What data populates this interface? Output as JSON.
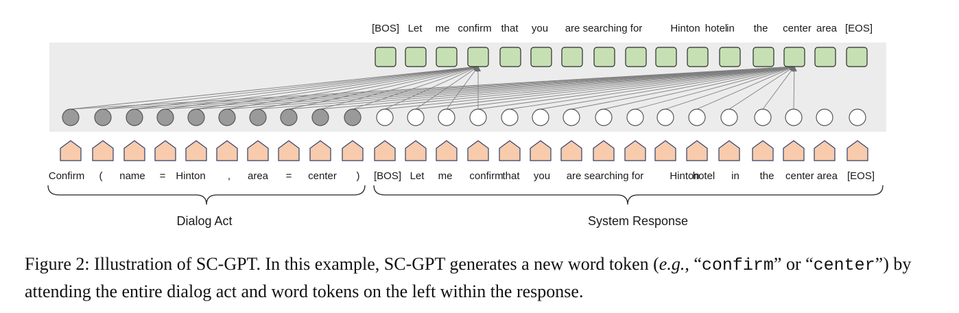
{
  "top_tokens": [
    "[BOS]",
    "Let",
    "me",
    "confirm",
    "that",
    "you",
    "are searching for",
    "Hinton",
    "hotel",
    "in",
    "the",
    "center",
    "area",
    "[EOS]"
  ],
  "dialog_act_tokens": [
    "Confirm",
    "(",
    "name",
    "=",
    "Hinton",
    ",",
    "area",
    "=",
    "center",
    ")"
  ],
  "response_tokens": [
    "[BOS]",
    "Let",
    "me",
    "confirm",
    "that",
    "you",
    "are searching for",
    "Hinton",
    "hotel",
    "in",
    "the",
    "center area",
    "[EOS]"
  ],
  "groups": {
    "dialog_act_label": "Dialog Act",
    "system_response_label": "System Response"
  },
  "caption": {
    "part1": "Figure 2: Illustration of SC-GPT. In this example, SC-GPT generates a new word token (",
    "eg": "e.g.",
    "part2": ", “",
    "code1": "confirm",
    "part3": "” or “",
    "code2": "center",
    "part4": "”) by attending the entire dialog act and word tokens on the left within the response."
  },
  "colors": {
    "panel": "#ececec",
    "output_fill": "#c6e0b4",
    "input_fill": "#f8cbad",
    "act_node": "#9a9a9a",
    "resp_node": "#ffffff",
    "attention_line": "#7f7f7f"
  }
}
